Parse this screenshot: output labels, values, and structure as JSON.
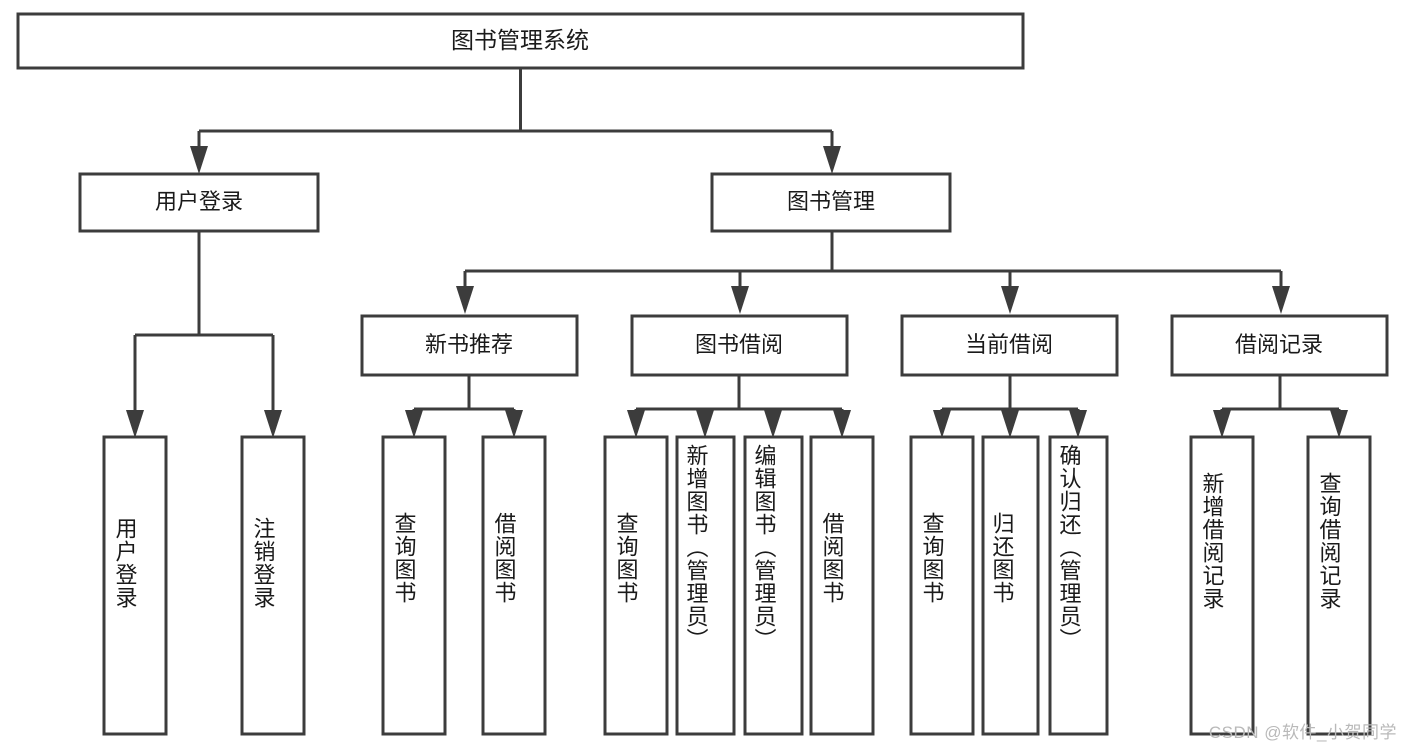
{
  "diagram": {
    "type": "tree",
    "title": "图书管理系统",
    "watermark": "CSDN @软件_小贺同学",
    "colors": {
      "stroke": "#3c3c3c",
      "box_fill": "#ffffff",
      "text": "#1a1a1a",
      "background": "#ffffff",
      "watermark": "#b9b9b9"
    },
    "levels": [
      {
        "level": 1,
        "nodes": [
          {
            "id": "root",
            "label": "图书管理系统"
          }
        ]
      },
      {
        "level": 2,
        "nodes": [
          {
            "id": "login",
            "label": "用户登录",
            "parent": "root"
          },
          {
            "id": "bookmgmt",
            "label": "图书管理",
            "parent": "root"
          }
        ]
      },
      {
        "level": 3,
        "nodes": [
          {
            "id": "newbook",
            "label": "新书推荐",
            "parent": "bookmgmt"
          },
          {
            "id": "borrow",
            "label": "图书借阅",
            "parent": "bookmgmt"
          },
          {
            "id": "current",
            "label": "当前借阅",
            "parent": "bookmgmt"
          },
          {
            "id": "records",
            "label": "借阅记录",
            "parent": "bookmgmt"
          }
        ]
      },
      {
        "level": 4,
        "nodes": [
          {
            "id": "leaf1",
            "label": "用户登录",
            "parent": "login"
          },
          {
            "id": "leaf2",
            "label": "注销登录",
            "parent": "login"
          },
          {
            "id": "leaf3",
            "label": "查询图书",
            "parent": "newbook"
          },
          {
            "id": "leaf4",
            "label": "借阅图书",
            "parent": "newbook"
          },
          {
            "id": "leaf5",
            "label": "查询图书",
            "parent": "borrow"
          },
          {
            "id": "leaf6",
            "label": "新增图书（管理员）",
            "parent": "borrow"
          },
          {
            "id": "leaf7",
            "label": "编辑图书（管理员）",
            "parent": "borrow"
          },
          {
            "id": "leaf8",
            "label": "借阅图书",
            "parent": "borrow"
          },
          {
            "id": "leaf9",
            "label": "查询图书",
            "parent": "current"
          },
          {
            "id": "leaf10",
            "label": "归还图书",
            "parent": "current"
          },
          {
            "id": "leaf11",
            "label": "确认归还（管理员）",
            "parent": "current"
          },
          {
            "id": "leaf12",
            "label": "新增借阅记录",
            "parent": "records"
          },
          {
            "id": "leaf13",
            "label": "查询借阅记录",
            "parent": "records"
          }
        ]
      }
    ]
  }
}
